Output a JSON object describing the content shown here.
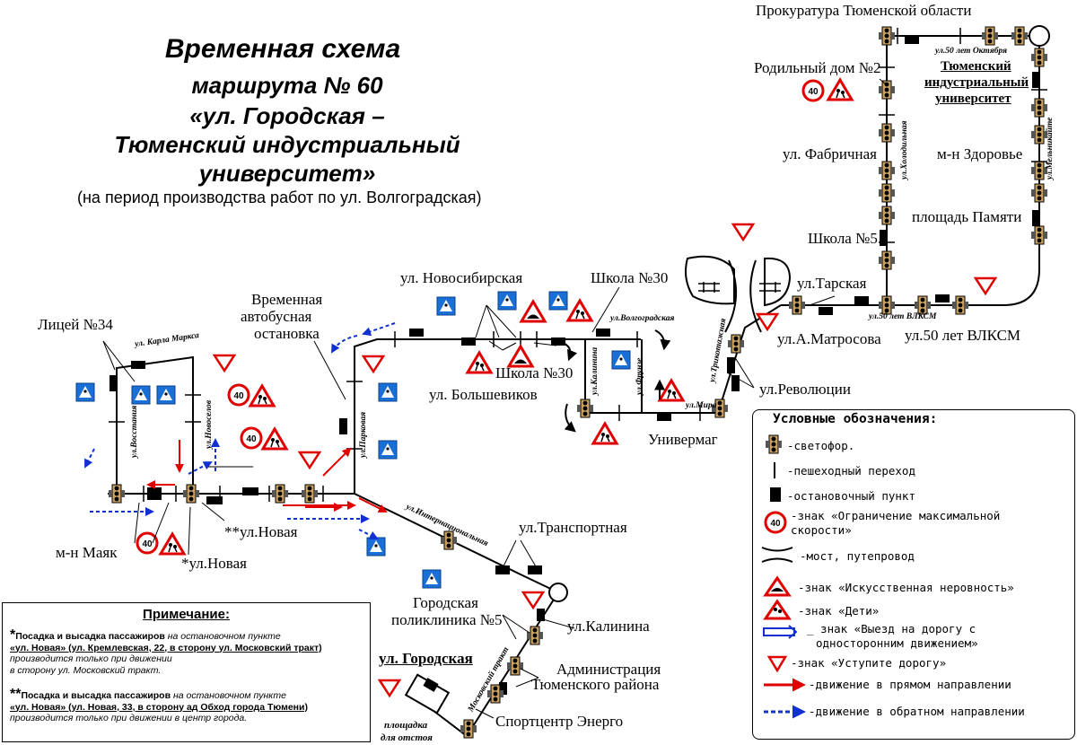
{
  "title": {
    "line1": "Временная схема",
    "line2": "маршрута № 60",
    "line3": "«ул. Городская –",
    "line4": "Тюменский индустриальный",
    "line5": "университет»",
    "subtitle": "(на период производства работ по ул. Волгоградская)"
  },
  "stops": {
    "prosecutor": "Прокуратура Тюменской области",
    "maternity": "Родильный дом №2",
    "university_1": "Тюменский",
    "university_2": "индустриальный",
    "university_3": "университет",
    "fabrichnaya": "ул. Фабричная",
    "zdorovye": "м-н Здоровье",
    "memory_square": "площадь Памяти",
    "school5": "Школа №5",
    "tarskaya": "ул.Тарская",
    "matrosova": "ул.А.Матросова",
    "vlksm": "ул.50 лет ВЛКСМ",
    "revolution": "ул.Революции",
    "univermag": "Универмаг",
    "novosibirskaya": "ул. Новосибирская",
    "school30_top": "Школа №30",
    "school30_bottom": "Школа №30",
    "bolshevikov": "ул. Большевиков",
    "temp_stop_1": "Временная",
    "temp_stop_2": "автобусная",
    "temp_stop_3": "остановка",
    "lyceum34": "Лицей №34",
    "mayak": "м-н Маяк",
    "novaya_1": "**ул.Новая",
    "novaya_2": "*ул.Новая",
    "transportnaya": "ул.Транспортная",
    "polyclinic_1": "Городская",
    "polyclinic_2": "поликлиника №5",
    "kalinina": "ул.Калинина",
    "admin_1": "Администрация",
    "admin_2": "Тюменского района",
    "sport": "Спортцентр Энерго",
    "gorodskaya": "ул. Городская",
    "platform_1": "площадка",
    "platform_2": "для отстоя"
  },
  "streets": {
    "oktyabrya": "ул.50 лет Октября",
    "kholodilnaya": "ул.Холодильная",
    "melnikaite": "ул.Мельникайте",
    "vlksm_small": "ул.50 лет ВЛКСМ",
    "trikotazhnaya": "ул.Трикотажная",
    "volgogradskaya": "ул.Волгоградская",
    "kalinina_small": "ул.Калинина",
    "frunze": "ул.Фрунзе",
    "mira": "ул.Мира",
    "karla_marksa": "ул. Карла Маркса",
    "vosstaniya": "ул.Восстания",
    "novoselov": "ул.Новоселов",
    "parkovaya": "ул.Парковая",
    "internatsionalnaya": "ул.Интернациональная",
    "moskovsky_trakt": "Московский тракт"
  },
  "legend": {
    "title": "Условные обозначения:",
    "traffic_light": "-светофор.",
    "crossing": "-пешеходный переход",
    "stop": "-остановочный пункт",
    "speed_1": "-знак «Ограничение максимальной",
    "speed_2": "скорости»",
    "speed_value": "40",
    "bridge": "-мост, путепровод",
    "bump": "-знак «Искусственная неровность»",
    "kids": "-знак «Дети»",
    "oneway_1": "_ знак «Выезд на дорогу с",
    "oneway_2": "односторонним движением»",
    "yield": "-знак «Уступите дорогу»",
    "forward": "-движение в прямом направлении",
    "reverse": "-движение в обратном направлении"
  },
  "note": {
    "title": "Примечание:",
    "p1_star": "*",
    "p1_bold": "Посадка и высадка пассажиров",
    "p1_italic": " на остановочном пункте",
    "p1_stop": "«ул. Новая» (ул. Кремлевская, 22, в сторону ул. Московский тракт)",
    "p1_rest_1": "производится только при движении",
    "p1_rest_2": "в сторону ул. Московский тракт.",
    "p2_star": "**",
    "p2_bold": "Посадка и высадка пассажиров",
    "p2_italic": " на остановочном пункте",
    "p2_stop": "«ул. Новая» (ул. Новая, 33, в сторону ад Обход города Тюмени)",
    "p2_rest": "производится только при движении в центр города."
  },
  "colors": {
    "forward": "#e00000",
    "reverse": "#1030d0",
    "sign_blue": "#1a6fd6",
    "sign_red": "#e00000",
    "route": "#000000"
  },
  "speed_limit": "40"
}
